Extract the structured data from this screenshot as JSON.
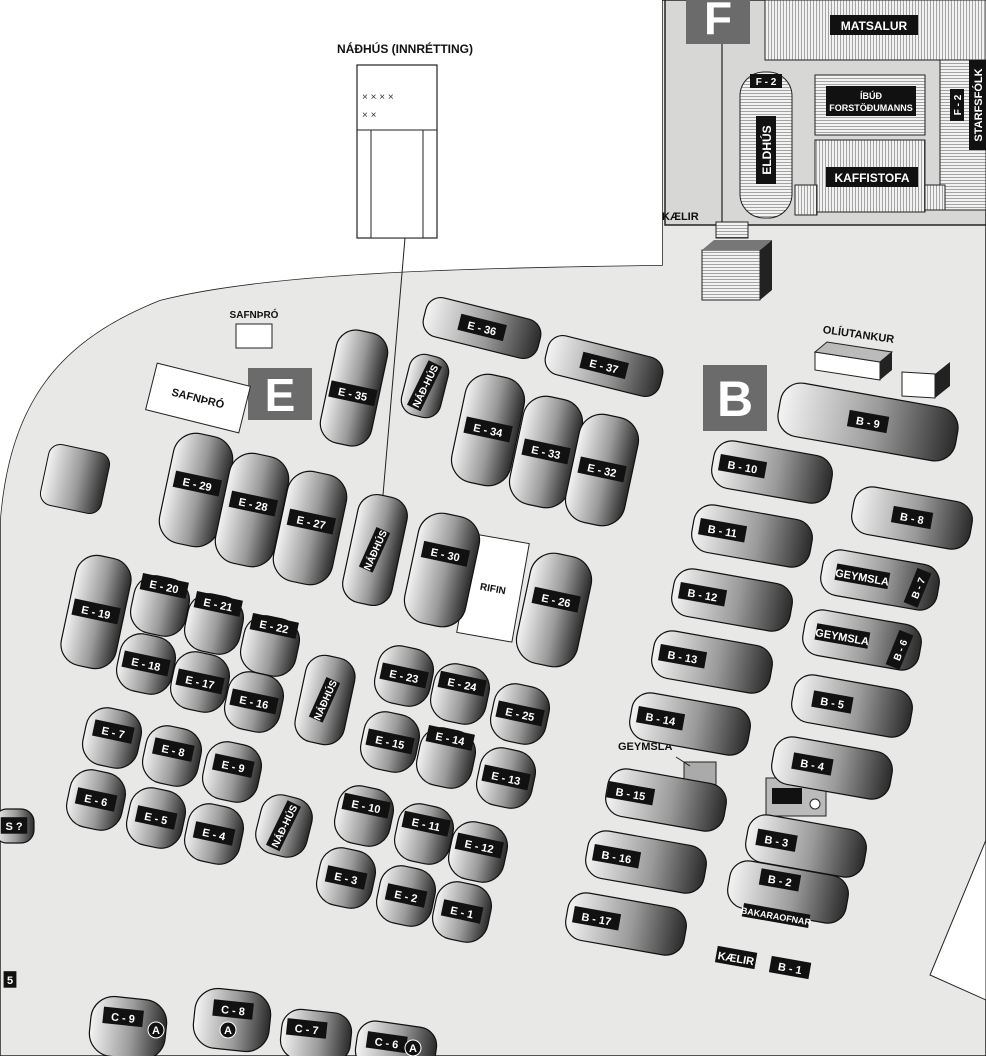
{
  "zones": [
    {
      "id": "zone-e",
      "letter": "E"
    },
    {
      "id": "zone-b",
      "letter": "B"
    },
    {
      "id": "zone-f",
      "letter": "F"
    }
  ],
  "plain_labels": [
    {
      "id": "latrine-interior-label",
      "text": "NÁÐHÚS (INNRÉTTING)"
    },
    {
      "id": "collection-small-label",
      "text": "SAFNÞRÓ"
    },
    {
      "id": "oil-tank-label",
      "text": "OLÍUTANKUR"
    },
    {
      "id": "cooler-label",
      "text": "KÆLIR"
    },
    {
      "id": "storage-b-label",
      "text": "GEYMSLA"
    }
  ],
  "boxed_labels": [
    {
      "id": "safnthro-box",
      "text": "SAFNÞRÓ"
    },
    {
      "id": "rifin-box",
      "text": "RIFIN"
    }
  ],
  "f_area_labels": [
    {
      "id": "dining-hall",
      "text": "MATSALUR"
    },
    {
      "id": "manager-residence-1",
      "text": "ÍBÚÐ"
    },
    {
      "id": "manager-residence-2",
      "text": "FORSTÖÐUMANNS"
    },
    {
      "id": "coffee-room",
      "text": "KAFFISTOFA"
    },
    {
      "id": "kitchen",
      "text": "ELDHÚS"
    },
    {
      "id": "staff",
      "text": "STARFSFÓLK"
    },
    {
      "id": "f2-left",
      "text": "F - 2"
    },
    {
      "id": "f2-right",
      "text": "F - 2"
    }
  ],
  "huts": [
    {
      "label": "E - 36"
    },
    {
      "label": "E - 37"
    },
    {
      "label": "E - 35"
    },
    {
      "label": "NÁÐ-HÚS"
    },
    {
      "label": "E - 34"
    },
    {
      "label": "E - 33"
    },
    {
      "label": "E - 32"
    },
    {
      "label": "E - 29"
    },
    {
      "label": "E - 28"
    },
    {
      "label": "E - 27"
    },
    {
      "label": "NÁÐHÚS"
    },
    {
      "label": "E - 30"
    },
    {
      "label": "E - 26"
    },
    {
      "label": "E - 19"
    },
    {
      "label": "E - 20"
    },
    {
      "label": "E - 18"
    },
    {
      "label": "E - 21"
    },
    {
      "label": "E - 17"
    },
    {
      "label": "E - 22"
    },
    {
      "label": "E - 16"
    },
    {
      "label": "NÁÐHÚS"
    },
    {
      "label": "E - 23"
    },
    {
      "label": "E - 15"
    },
    {
      "label": "E - 24"
    },
    {
      "label": "E - 14"
    },
    {
      "label": "E - 25"
    },
    {
      "label": "E - 13"
    },
    {
      "label": "E - 7"
    },
    {
      "label": "E - 6"
    },
    {
      "label": "E - 8"
    },
    {
      "label": "E - 5"
    },
    {
      "label": "E - 9"
    },
    {
      "label": "E - 4"
    },
    {
      "label": "NÁÐ-HÚS"
    },
    {
      "label": "E - 10"
    },
    {
      "label": "E - 3"
    },
    {
      "label": "E - 11"
    },
    {
      "label": "E - 2"
    },
    {
      "label": "E - 12"
    },
    {
      "label": "E - 1"
    },
    {
      "label": "B - 9"
    },
    {
      "label": "B - 10"
    },
    {
      "label": "B - 8"
    },
    {
      "label": "B - 11"
    },
    {
      "label": "GEYMSLA"
    },
    {
      "label": "B - 7"
    },
    {
      "label": "B - 12"
    },
    {
      "label": "GEYMSLA"
    },
    {
      "label": "B - 6"
    },
    {
      "label": "B - 13"
    },
    {
      "label": "B - 5"
    },
    {
      "label": "B - 14"
    },
    {
      "label": "B - 4"
    },
    {
      "label": "B - 15"
    },
    {
      "label": "B - 3"
    },
    {
      "label": "B - 16"
    },
    {
      "label": "B - 2"
    },
    {
      "label": "BAKARAOFNAR"
    },
    {
      "label": "B - 17"
    },
    {
      "label": "KÆLIR"
    },
    {
      "label": "B - 1"
    },
    {
      "label": "C - 9"
    },
    {
      "label": "A"
    },
    {
      "label": "C - 8"
    },
    {
      "label": "A"
    },
    {
      "label": "C - 7"
    },
    {
      "label": "C - 6"
    },
    {
      "label": "A"
    },
    {
      "label": "S ?"
    },
    {
      "label": "5"
    }
  ]
}
